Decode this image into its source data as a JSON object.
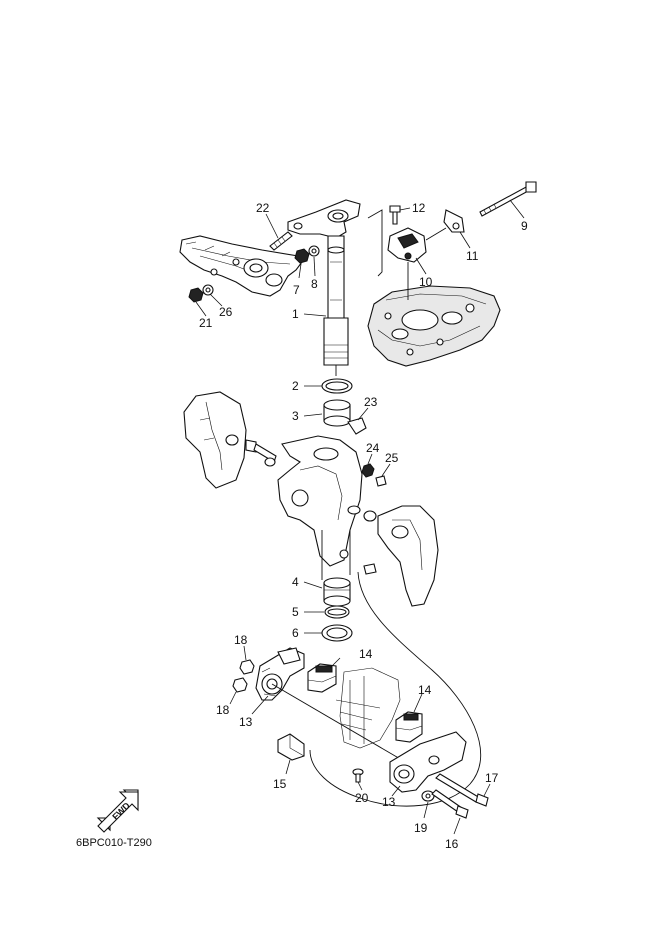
{
  "diagram_code": "6BPC010-T290",
  "fwd_label": "FWD",
  "callouts": [
    {
      "id": "c1",
      "text": "1"
    },
    {
      "id": "c2",
      "text": "2"
    },
    {
      "id": "c3",
      "text": "3"
    },
    {
      "id": "c4",
      "text": "4"
    },
    {
      "id": "c5",
      "text": "5"
    },
    {
      "id": "c6",
      "text": "6"
    },
    {
      "id": "c7",
      "text": "7"
    },
    {
      "id": "c8",
      "text": "8"
    },
    {
      "id": "c9",
      "text": "9"
    },
    {
      "id": "c10",
      "text": "10"
    },
    {
      "id": "c11",
      "text": "11"
    },
    {
      "id": "c12",
      "text": "12"
    },
    {
      "id": "c13a",
      "text": "13"
    },
    {
      "id": "c13b",
      "text": "13"
    },
    {
      "id": "c14a",
      "text": "14"
    },
    {
      "id": "c14b",
      "text": "14"
    },
    {
      "id": "c15",
      "text": "15"
    },
    {
      "id": "c16",
      "text": "16"
    },
    {
      "id": "c17",
      "text": "17"
    },
    {
      "id": "c18a",
      "text": "18"
    },
    {
      "id": "c18b",
      "text": "18"
    },
    {
      "id": "c19",
      "text": "19"
    },
    {
      "id": "c20",
      "text": "20"
    },
    {
      "id": "c21",
      "text": "21"
    },
    {
      "id": "c22",
      "text": "22"
    },
    {
      "id": "c23",
      "text": "23"
    },
    {
      "id": "c24",
      "text": "24"
    },
    {
      "id": "c25",
      "text": "25"
    },
    {
      "id": "c26",
      "text": "26"
    }
  ]
}
